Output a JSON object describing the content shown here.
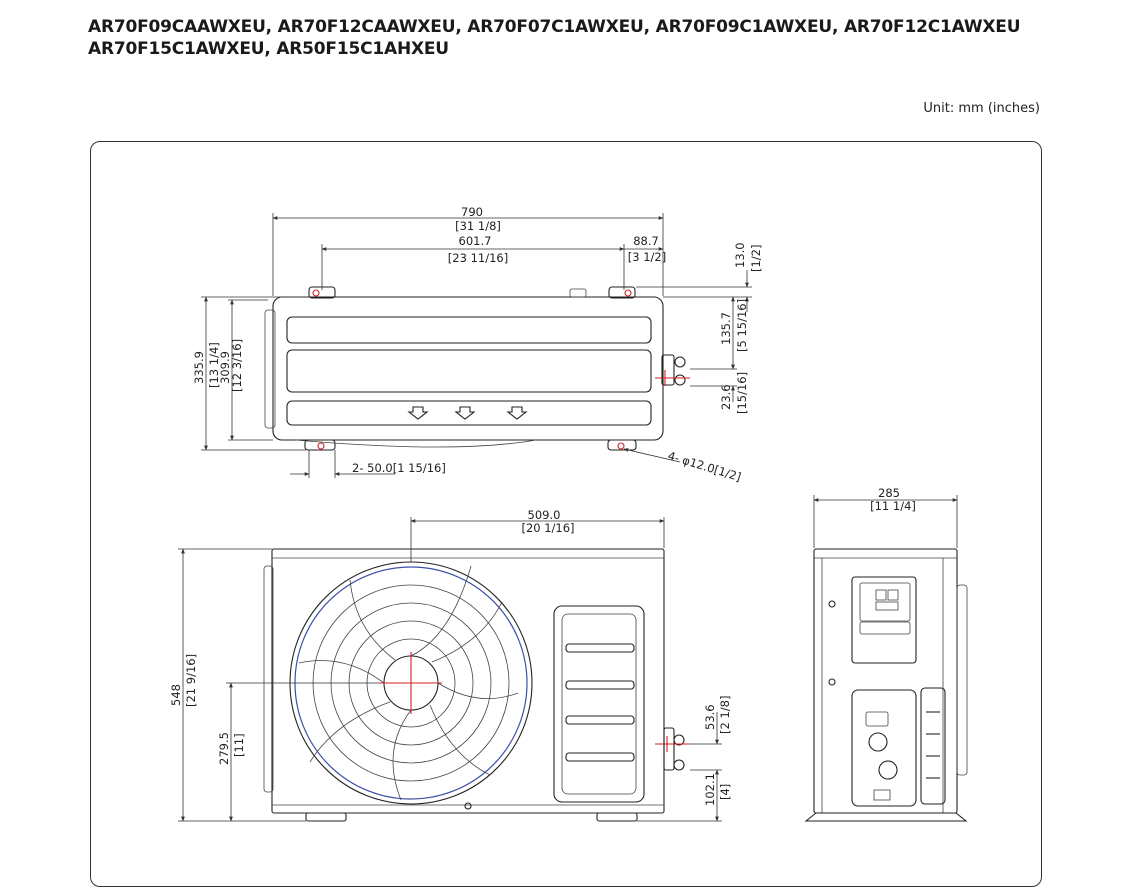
{
  "header": {
    "models_line1": "AR70F09CAAWXEU, AR70F12CAAWXEU, AR70F07C1AWXEU, AR70F09C1AWXEU, AR70F12C1AWXEU",
    "models_line2": "AR70F15C1AWXEU, AR50F15C1AHXEU",
    "unit": "Unit: mm (inches)"
  },
  "top_view": {
    "width_mm": "790",
    "width_in": "[31 1/8]",
    "mount_span_mm": "601.7",
    "mount_span_in": "[23 11/16]",
    "right_offset_mm": "88.7",
    "right_offset_in": "[3 1/2]",
    "top_offset_mm": "13.0",
    "top_offset_in": "[1/2]",
    "pipe_height_mm": "135.7",
    "pipe_height_in": "[5 15/16]",
    "pipe_gap_mm": "23.6",
    "pipe_gap_in": "[15/16]",
    "depth_mm": "335.9",
    "depth_in": "[13 1/4]",
    "inner_depth_mm": "309.9",
    "inner_depth_in": "[12 3/16]",
    "foot_label": "2- 50.0[1 15/16]",
    "hole_label": "4- φ12.0[1/2]"
  },
  "front_view": {
    "fan_offset_mm": "509.0",
    "fan_offset_in": "[20 1/16]",
    "height_mm": "548",
    "height_in": "[21 9/16]",
    "fan_center_mm": "279.5",
    "fan_center_in": "[11]",
    "pipe_gap_mm": "53.6",
    "pipe_gap_in": "[2 1/8]",
    "pipe_base_mm": "102.1",
    "pipe_base_in": "[4]"
  },
  "side_view": {
    "depth_mm": "285",
    "depth_in": "[11 1/4]"
  },
  "colors": {
    "accent": "#d21f26",
    "guard": "#3a4fa8",
    "line": "#222222"
  }
}
